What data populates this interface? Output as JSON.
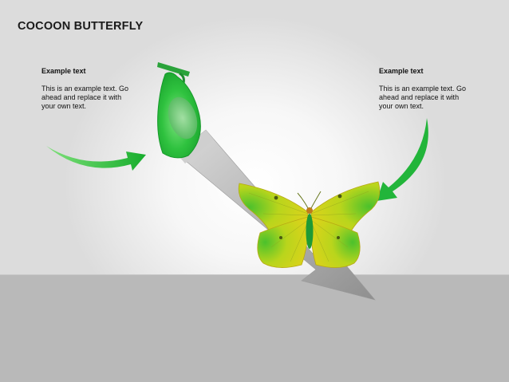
{
  "title": "COCOON BUTTERFLY",
  "left_block": {
    "heading": "Example text",
    "body": "This is an example text. Go ahead and replace it with your own text."
  },
  "right_block": {
    "heading": "Example text",
    "body": "This is an example text. Go ahead and replace it with your own text."
  },
  "colors": {
    "accent_green": "#22b53a",
    "cocoon_green": "#3cc44a",
    "wing_yellow": "#d7dc1e",
    "arrow_gray": "#b8b8b8"
  }
}
